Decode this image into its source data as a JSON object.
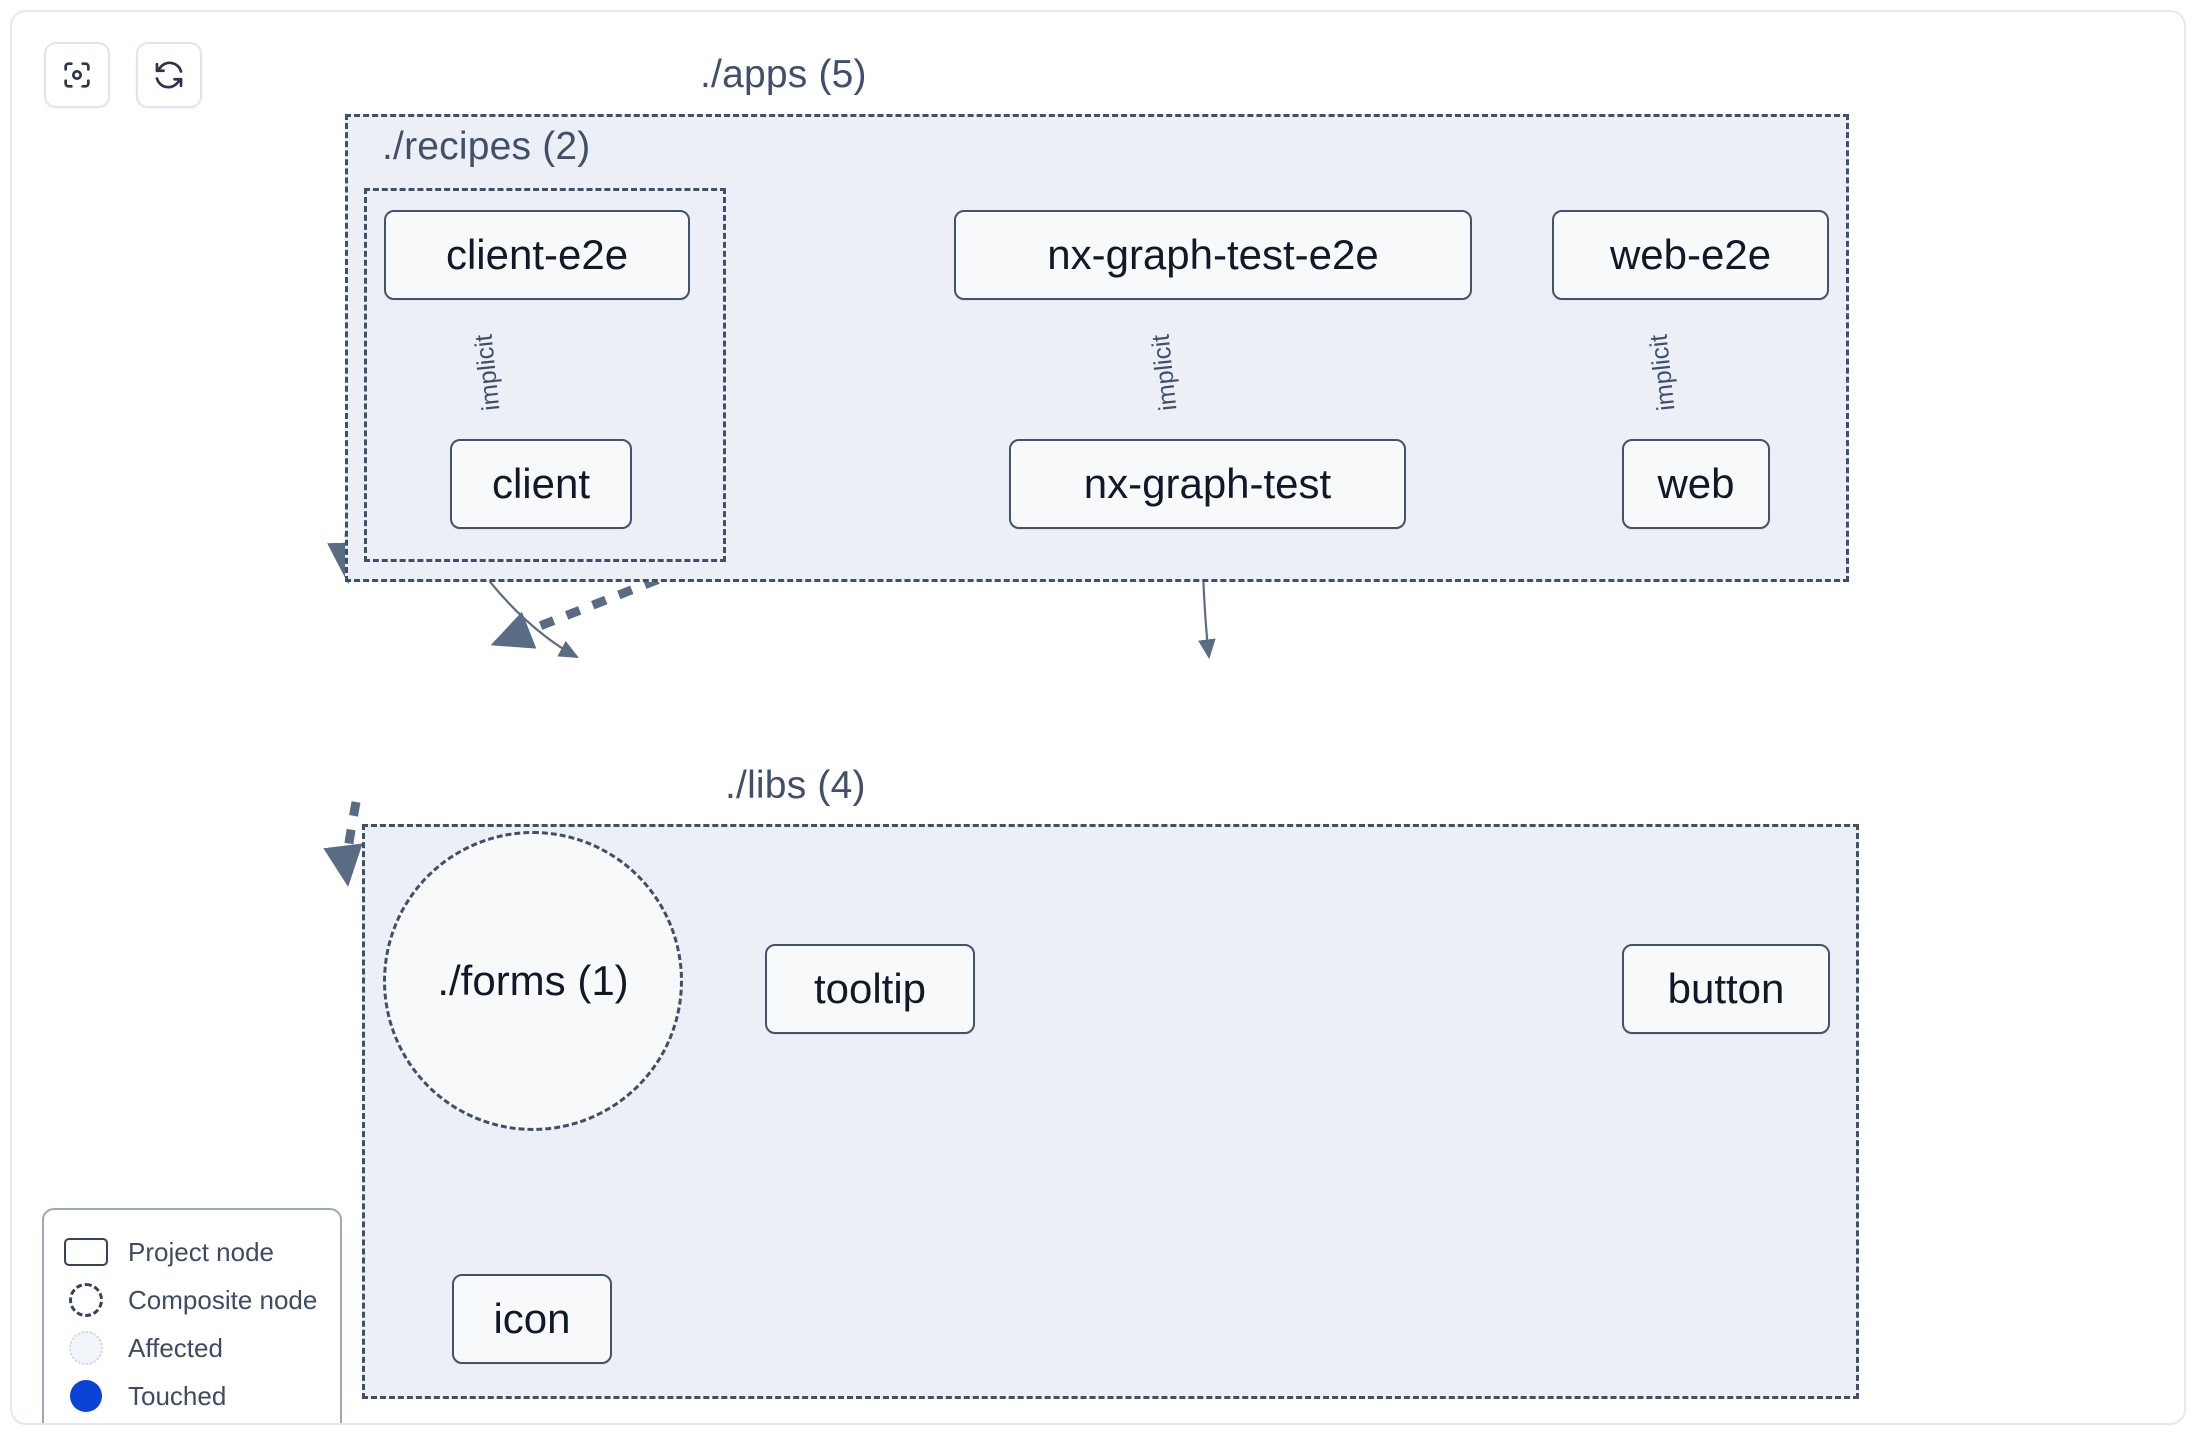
{
  "toolbar": {
    "buttons": [
      {
        "name": "focus-graph",
        "icon": "focus-target-icon",
        "label": ""
      },
      {
        "name": "refresh-graph",
        "icon": "refresh-icon",
        "label": ""
      }
    ]
  },
  "graph": {
    "groups": [
      {
        "id": "apps",
        "label": "./apps (5)"
      },
      {
        "id": "recipes",
        "label": "./recipes (2)"
      },
      {
        "id": "libs",
        "label": "./libs (4)"
      }
    ],
    "nodes": [
      {
        "id": "client-e2e",
        "label": "client-e2e",
        "type": "project"
      },
      {
        "id": "nx-graph-test-e2e",
        "label": "nx-graph-test-e2e",
        "type": "project"
      },
      {
        "id": "web-e2e",
        "label": "web-e2e",
        "type": "project"
      },
      {
        "id": "client",
        "label": "client",
        "type": "project"
      },
      {
        "id": "nx-graph-test",
        "label": "nx-graph-test",
        "type": "project"
      },
      {
        "id": "web",
        "label": "web",
        "type": "project"
      },
      {
        "id": "forms",
        "label": "./forms (1)",
        "type": "composite"
      },
      {
        "id": "tooltip",
        "label": "tooltip",
        "type": "project"
      },
      {
        "id": "button",
        "label": "button",
        "type": "project"
      },
      {
        "id": "icon",
        "label": "icon",
        "type": "project"
      }
    ],
    "edges": [
      {
        "from": "client-e2e",
        "to": "client",
        "label": "implicit",
        "style": "solid"
      },
      {
        "from": "nx-graph-test-e2e",
        "to": "nx-graph-test",
        "label": "implicit",
        "style": "solid"
      },
      {
        "from": "web-e2e",
        "to": "web",
        "label": "implicit",
        "style": "solid"
      },
      {
        "from": "client",
        "to": "forms",
        "label": "",
        "style": "dashed"
      },
      {
        "from": "client",
        "to": "tooltip",
        "label": "",
        "style": "solid"
      },
      {
        "from": "web",
        "to": "forms",
        "label": "",
        "style": "dashed"
      },
      {
        "from": "web",
        "to": "button",
        "label": "",
        "style": "solid"
      },
      {
        "from": "forms",
        "to": "icon",
        "label": "",
        "style": "dashed"
      }
    ],
    "edge_labels": {
      "client_implicit": "implicit",
      "nxgraph_implicit": "implicit",
      "web_implicit": "implicit"
    }
  },
  "legend": {
    "items": [
      {
        "label": "Project node",
        "swatch": "rect-outline"
      },
      {
        "label": "Composite node",
        "swatch": "dashed-circle"
      },
      {
        "label": "Affected",
        "swatch": "light-circle"
      },
      {
        "label": "Touched",
        "swatch": "blue-dot"
      }
    ]
  },
  "colors": {
    "group_fill": "#ecf0f6",
    "group_border": "#41506a",
    "node_fill": "#f7f9fb",
    "node_border": "#44536b",
    "edge": "#5a6b84",
    "touched": "#0b42d8",
    "text": "#111827"
  }
}
